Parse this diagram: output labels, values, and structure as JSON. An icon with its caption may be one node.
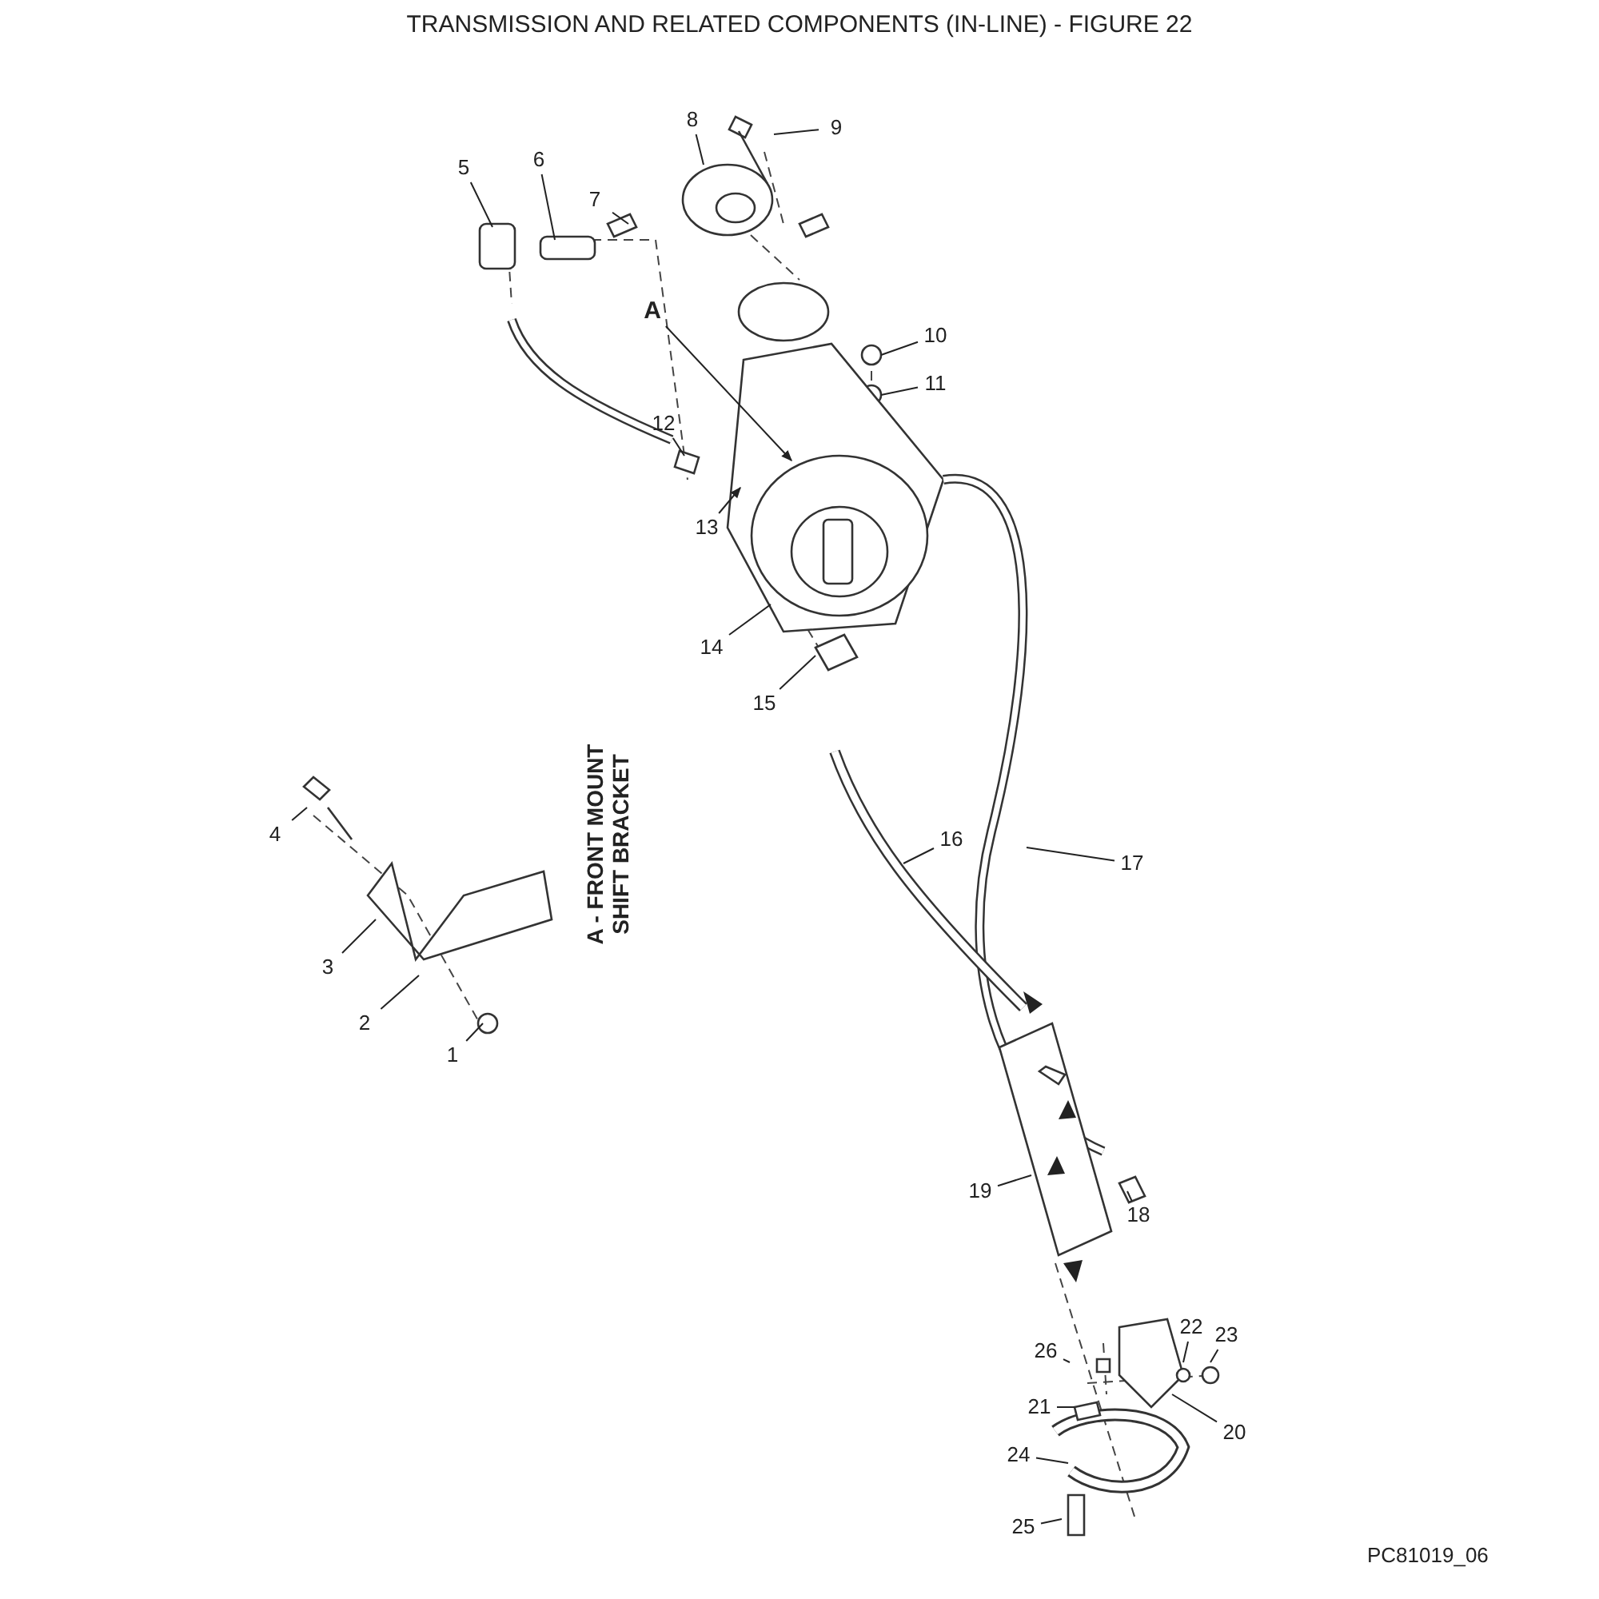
{
  "diagram": {
    "title": "TRANSMISSION AND RELATED COMPONENTS (IN-LINE) - FIGURE 22",
    "nodes": [
      {
        "text": [
          "1"
        ]
      },
      {
        "text": [
          "2"
        ]
      },
      {
        "text": [
          "3"
        ]
      },
      {
        "text": [
          "4"
        ]
      },
      {
        "text": [
          "5"
        ]
      },
      {
        "text": [
          "6"
        ]
      },
      {
        "text": [
          "7"
        ]
      },
      {
        "text": [
          "8"
        ]
      },
      {
        "text": [
          "9"
        ]
      },
      {
        "text": [
          "10"
        ]
      },
      {
        "text": [
          "11"
        ]
      },
      {
        "text": [
          "12"
        ]
      },
      {
        "text": [
          "13"
        ]
      },
      {
        "text": [
          "14"
        ]
      },
      {
        "text": [
          "15"
        ]
      },
      {
        "text": [
          "16"
        ]
      },
      {
        "text": [
          "17"
        ]
      },
      {
        "text": [
          "18"
        ]
      },
      {
        "text": [
          "19"
        ]
      },
      {
        "text": [
          "20"
        ]
      },
      {
        "text": [
          "21"
        ]
      },
      {
        "text": [
          "22"
        ]
      },
      {
        "text": [
          "23"
        ]
      },
      {
        "text": [
          "24"
        ]
      },
      {
        "text": [
          "25"
        ]
      },
      {
        "text": [
          "26"
        ]
      },
      {
        "text": [
          "A"
        ]
      }
    ],
    "edges": [
      {
        "from": 0,
        "to": null,
        "arrow": "none"
      },
      {
        "from": 1,
        "to": null,
        "arrow": "none"
      },
      {
        "from": 2,
        "to": null,
        "arrow": "none"
      },
      {
        "from": 3,
        "to": null,
        "arrow": "none"
      },
      {
        "from": 4,
        "to": null,
        "arrow": "none"
      },
      {
        "from": 5,
        "to": null,
        "arrow": "none"
      },
      {
        "from": 6,
        "to": null,
        "arrow": "none"
      },
      {
        "from": 7,
        "to": null,
        "arrow": "none"
      },
      {
        "from": 8,
        "to": null,
        "arrow": "none"
      },
      {
        "from": 9,
        "to": null,
        "arrow": "none"
      },
      {
        "from": 10,
        "to": null,
        "arrow": "none"
      },
      {
        "from": 11,
        "to": null,
        "arrow": "none"
      },
      {
        "from": 12,
        "to": null,
        "arrow": "to"
      },
      {
        "from": 13,
        "to": null,
        "arrow": "none"
      },
      {
        "from": 14,
        "to": null,
        "arrow": "none"
      },
      {
        "from": 15,
        "to": null,
        "arrow": "none"
      },
      {
        "from": 16,
        "to": null,
        "arrow": "none"
      },
      {
        "from": 17,
        "to": null,
        "arrow": "none"
      },
      {
        "from": 18,
        "to": null,
        "arrow": "none"
      },
      {
        "from": 19,
        "to": null,
        "arrow": "none"
      },
      {
        "from": 20,
        "to": null,
        "arrow": "none"
      },
      {
        "from": 21,
        "to": null,
        "arrow": "none"
      },
      {
        "from": 22,
        "to": null,
        "arrow": "none"
      },
      {
        "from": 23,
        "to": null,
        "arrow": "none"
      },
      {
        "from": 24,
        "to": null,
        "arrow": "none"
      },
      {
        "from": 25,
        "to": null,
        "arrow": "none"
      },
      {
        "from": 26,
        "to": null,
        "arrow": "to"
      }
    ],
    "labels": [
      "A - FRONT MOUNT SHIFT BRACKET",
      "PC81019_06"
    ]
  }
}
